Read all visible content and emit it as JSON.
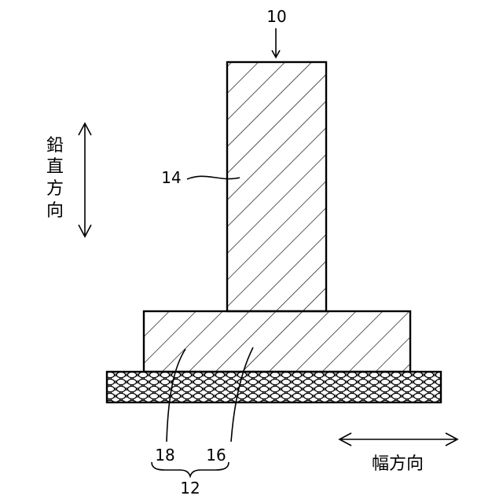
{
  "reference_numerals": {
    "assembly": "10",
    "upper_member": "14",
    "base_member": "12",
    "base_inner_left": "18",
    "base_inner_right": "16"
  },
  "direction_labels": {
    "vertical": [
      "鉛",
      "直",
      "方",
      "向"
    ],
    "width": "幅方向"
  },
  "colors": {
    "line": "#000000",
    "background": "#ffffff"
  }
}
